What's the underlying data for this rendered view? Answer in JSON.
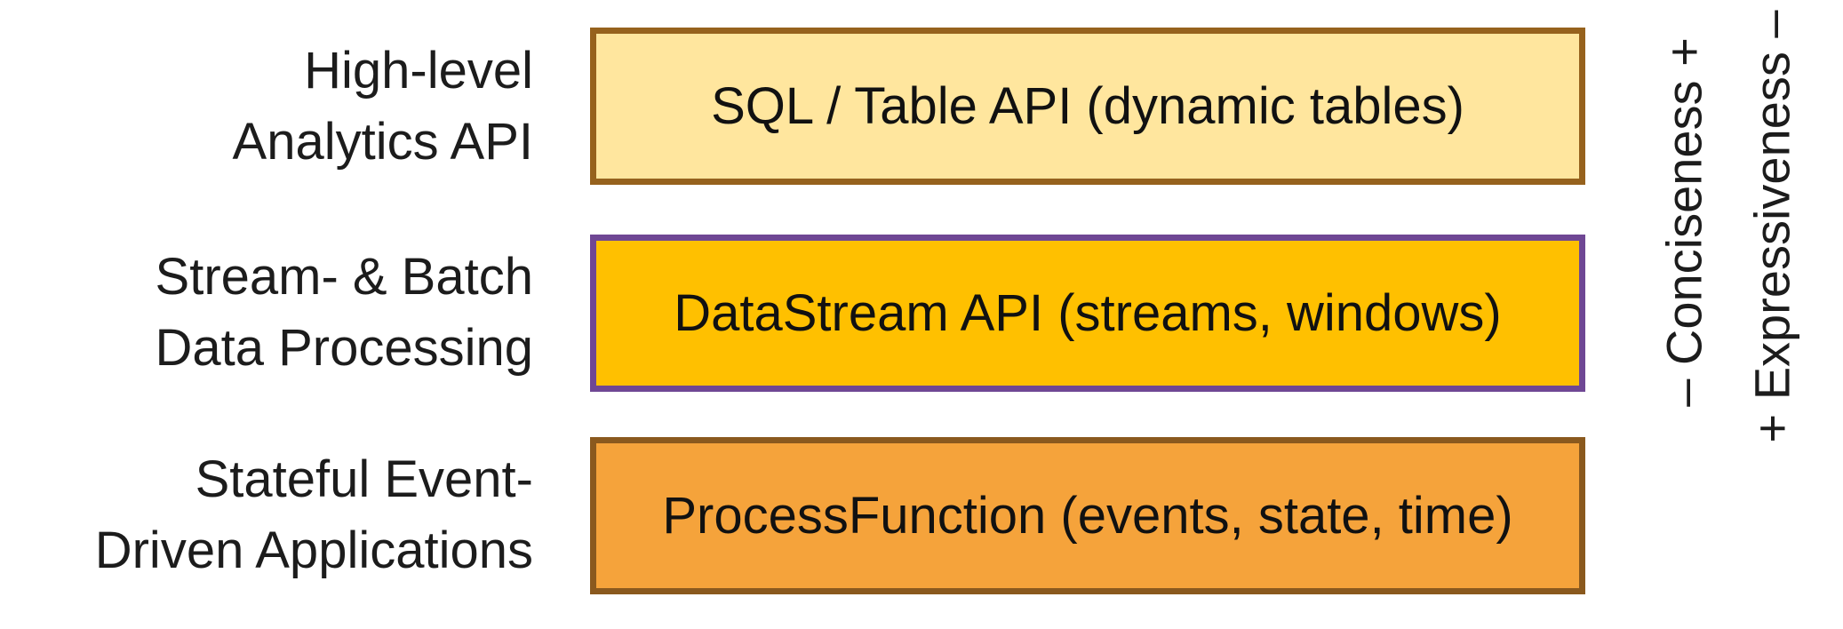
{
  "diagram": {
    "title_semantic": "API layering stack: trade-off between conciseness and expressiveness",
    "rows": [
      {
        "label": "High-level\nAnalytics API",
        "box_label": "SQL / Table API (dynamic tables)",
        "box_fill": "#ffe69e",
        "box_border": "#96621d"
      },
      {
        "label": "Stream- & Batch\nData Processing",
        "box_label": "DataStream API (streams, windows)",
        "box_fill": "#ffc000",
        "box_border": "#6f4794"
      },
      {
        "label": "Stateful Event-\nDriven Applications",
        "box_label": "ProcessFunction (events, state, time)",
        "box_fill": "#f5a33b",
        "box_border": "#8a591e"
      }
    ],
    "axes": [
      {
        "label": "– Conciseness +",
        "direction": "increases-upward"
      },
      {
        "label": "+ Expressiveness –",
        "direction": "increases-downward"
      }
    ],
    "colors": {
      "background": "#ffffff",
      "text": "#1c1c1c",
      "box1_fill": "#ffe69e",
      "box1_border": "#96621d",
      "box2_fill": "#ffc000",
      "box2_border": "#6f4794",
      "box3_fill": "#f5a33b",
      "box3_border": "#8a591e"
    }
  }
}
